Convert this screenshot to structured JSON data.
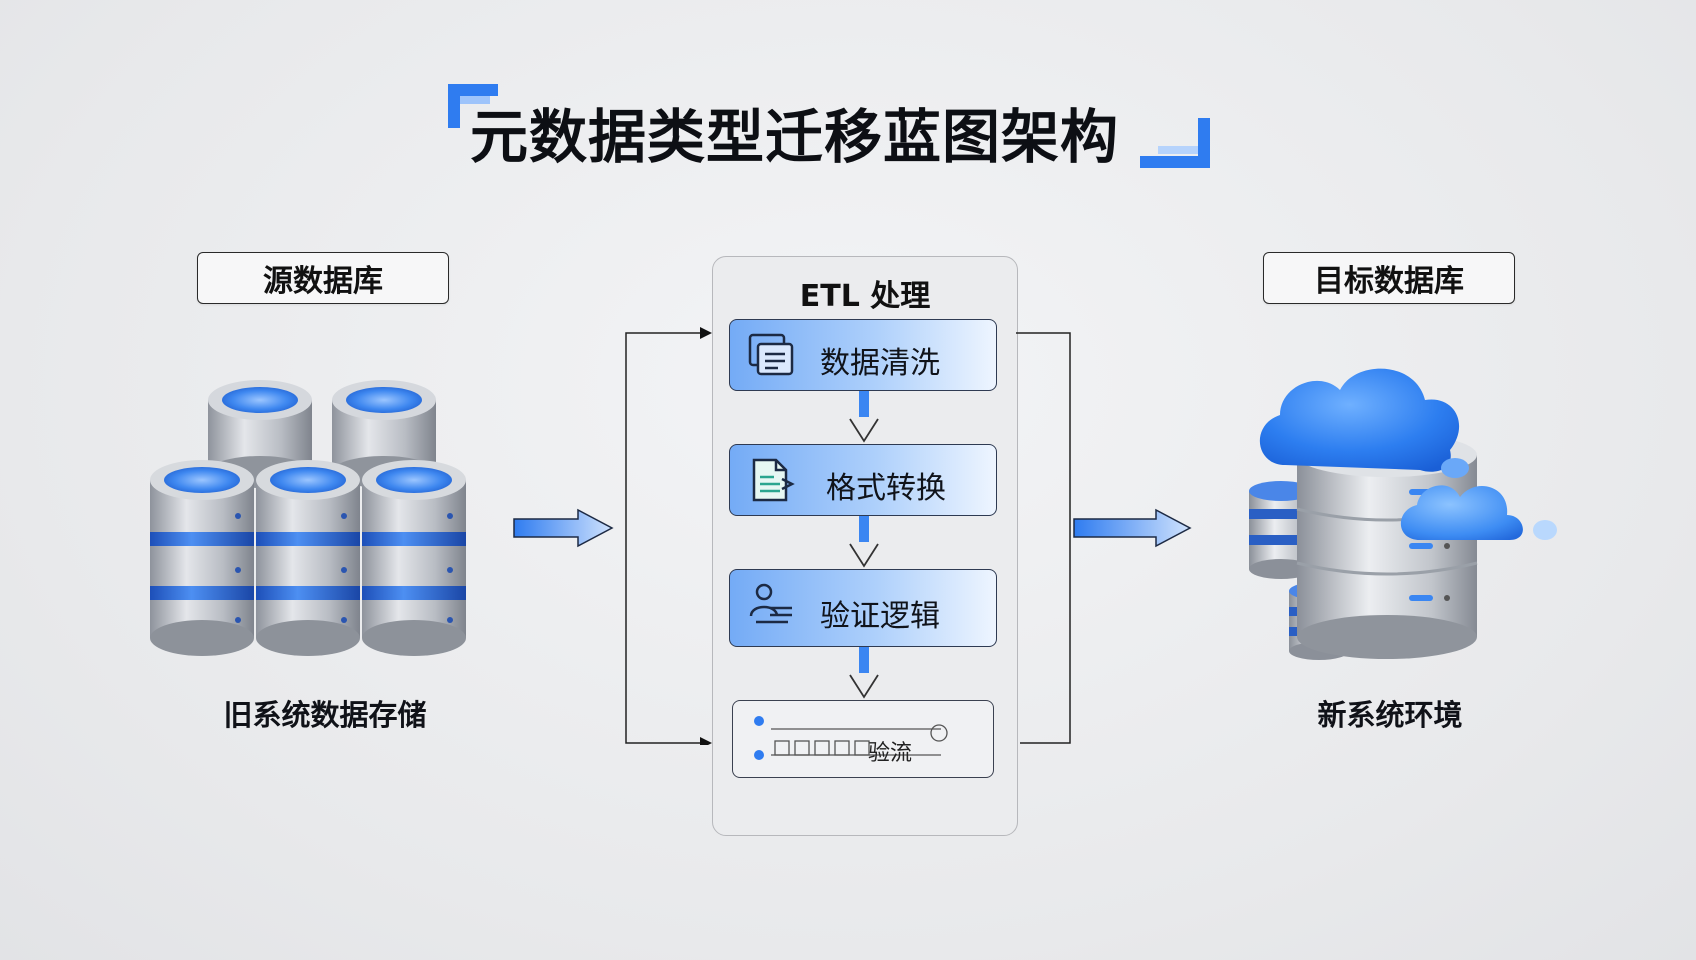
{
  "title": "元数据类型迁移蓝图架构",
  "source": {
    "label": "源数据库",
    "caption": "旧系统数据存储"
  },
  "etl": {
    "title": "ETL 处理",
    "steps": [
      {
        "label": "数据清洗",
        "icon": "document-list-icon"
      },
      {
        "label": "格式转换",
        "icon": "file-convert-icon"
      },
      {
        "label": "验证逻辑",
        "icon": "user-check-icon"
      },
      {
        "label": "验流",
        "icon": "flow-timeline-icon"
      }
    ]
  },
  "target": {
    "label": "目标数据库",
    "caption": "新系统环境"
  },
  "colors": {
    "accent": "#2f7cf0",
    "accent_light": "#a9ccfa",
    "border_dark": "#2a2a2a",
    "background": "#eceef0"
  },
  "icons": [
    "database-stack-icon",
    "cloud-server-icon",
    "right-arrow-icon",
    "down-arrow-icon"
  ]
}
